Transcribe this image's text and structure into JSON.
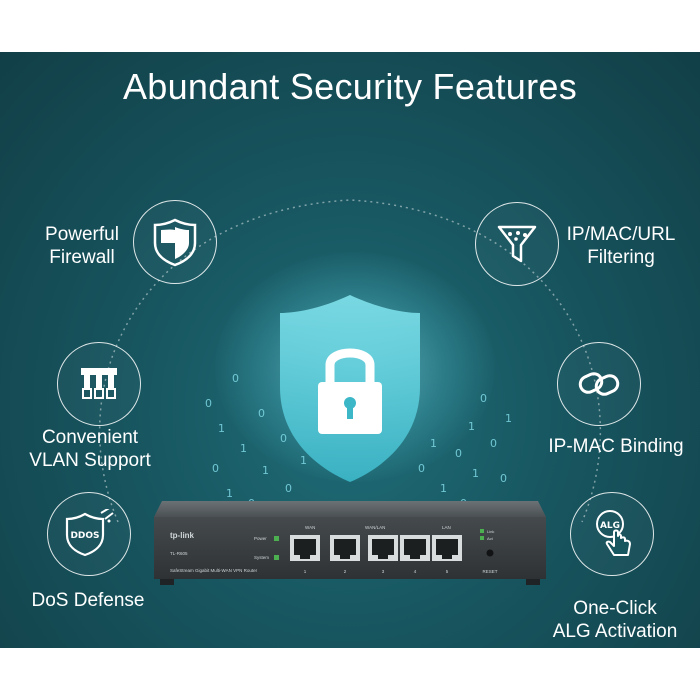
{
  "title": "Abundant Security Features",
  "features": [
    {
      "label_lines": [
        "Powerful",
        "Firewall"
      ],
      "icon": "shield-icon"
    },
    {
      "label_lines": [
        "IP/MAC/URL",
        "Filtering"
      ],
      "icon": "filter-icon"
    },
    {
      "label_lines": [
        "Convenient",
        "VLAN Support"
      ],
      "icon": "vlan-icon"
    },
    {
      "label_lines": [
        "IP-MAC Binding"
      ],
      "icon": "link-icon"
    },
    {
      "label_lines": [
        "DoS Defense"
      ],
      "icon": "ddos-shield-icon",
      "icon_text": "DDOS"
    },
    {
      "label_lines": [
        "One-Click",
        "ALG Activation"
      ],
      "icon": "alg-touch-icon",
      "icon_text": "ALG"
    }
  ],
  "center_icon": "padlock-shield-icon",
  "router": {
    "brand": "tp-link",
    "model": "TL-R605",
    "description": "SafeStream Gigabit Multi-WAN VPN Router",
    "indicator_labels": [
      "Power",
      "System"
    ],
    "port_group_labels": [
      "WAN",
      "WAN/LAN",
      "LAN"
    ],
    "port_numbers": [
      "1",
      "2",
      "3",
      "4",
      "5"
    ],
    "status_labels": [
      "Link",
      "Act"
    ],
    "reset_label": "RESET"
  },
  "colors": {
    "background": "#17555f",
    "accent_glow": "#8fe6f0",
    "text": "#ffffff",
    "router_body": "#3d4245"
  }
}
